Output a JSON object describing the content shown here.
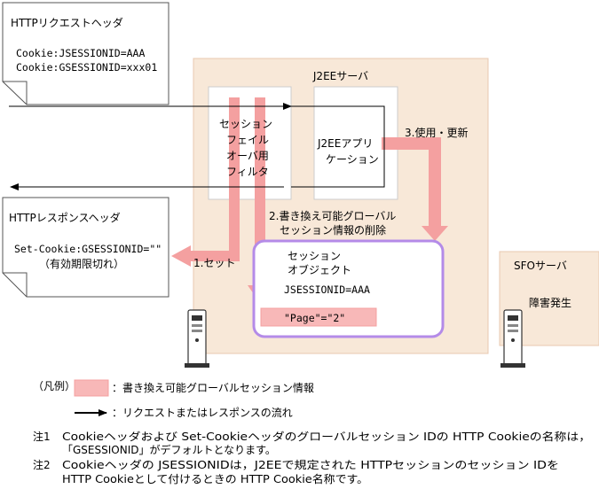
{
  "request_doc": {
    "title": "HTTPリクエストヘッダ",
    "lines": [
      "Cookie:JSESSIONID=AAA",
      "Cookie:GSESSIONID=xxx01"
    ]
  },
  "response_doc": {
    "title": "HTTPレスポンスヘッダ",
    "lines": [
      "Set-Cookie:GSESSIONID=\"\"",
      "（有効期限切れ）"
    ]
  },
  "j2ee_server": {
    "title": "J2EEサーバ",
    "filter_label": [
      "セッション",
      "フェイル",
      "オーバ用",
      "フィルタ"
    ],
    "app_label": [
      "J2EEアプリ",
      "ケーション"
    ],
    "session_object": {
      "title": [
        "セッション",
        "オブジェクト"
      ],
      "id": "JSESSIONID=AAA",
      "attribute": "\"Page\"=\"2\""
    }
  },
  "sfo_server": {
    "title": "SFOサーバ",
    "status": "障害発生"
  },
  "steps": {
    "set": "1.セット",
    "delete": [
      "2.書き換え可能グローバル",
      "セッション情報の削除"
    ],
    "use": "3.使用・更新"
  },
  "legend": {
    "caption": "（凡例）",
    "global_session_info": "：書き換え可能グローバルセッション情報",
    "flow": "：リクエストまたはレスポンスの流れ"
  },
  "notes": {
    "note1_label": "注1",
    "note1": [
      "Cookieヘッダおよび Set-Cookieヘッダのグローバルセッション IDの HTTP Cookieの名称は，",
      "「GSESSIONID」がデフォルトとなります。"
    ],
    "note2_label": "注2",
    "note2": [
      "Cookieヘッダの JSESSIONIDは，J2EEで規定された HTTPセッションのセッション IDを",
      "HTTP Cookieとして付けるときの HTTP Cookie名称です。"
    ]
  },
  "colors": {
    "server_bg": "#f8e8d8",
    "server_border": "#e8c8b0",
    "pink_arrow": "#f4a0a0",
    "pink_fill": "#f8b8b8",
    "session_border": "#b48be8"
  }
}
